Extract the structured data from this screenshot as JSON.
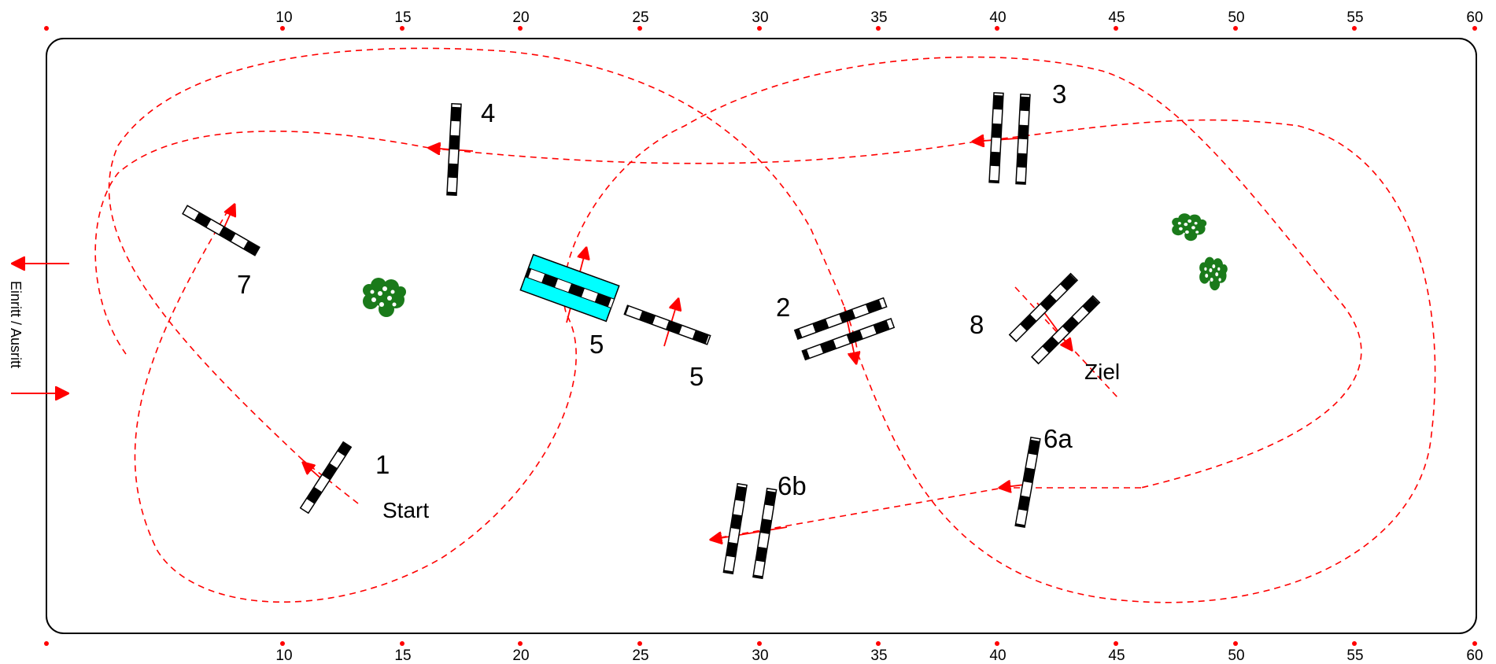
{
  "scale": {
    "top_ticks": [
      "10",
      "15",
      "20",
      "25",
      "30",
      "35",
      "40",
      "45",
      "50",
      "55",
      "60"
    ],
    "bottom_ticks": [
      "10",
      "15",
      "20",
      "25",
      "30",
      "35",
      "40",
      "45",
      "50",
      "55",
      "60"
    ]
  },
  "labels": {
    "start": "Start",
    "finish": "Ziel",
    "entrance_exit": "Einritt / Ausritt",
    "obstacle_1": "1",
    "obstacle_2": "2",
    "obstacle_3": "3",
    "obstacle_4": "4",
    "obstacle_5a": "5",
    "obstacle_5b": "5",
    "obstacle_6a": "6a",
    "obstacle_6b": "6b",
    "obstacle_7": "7",
    "obstacle_8": "8"
  },
  "colors": {
    "arena_border": "#000000",
    "route": "#ff0000",
    "water": "#00ffff",
    "shrub": "#1a7a1a",
    "pole_dark": "#000000",
    "pole_light": "#ffffff"
  },
  "obstacles": [
    {
      "name": "obstacle-1",
      "number": "1",
      "type": "vertical",
      "direction": "start"
    },
    {
      "name": "obstacle-2",
      "number": "2",
      "type": "oxer"
    },
    {
      "name": "obstacle-3",
      "number": "3",
      "type": "oxer"
    },
    {
      "name": "obstacle-4",
      "number": "4",
      "type": "vertical"
    },
    {
      "name": "obstacle-5a",
      "number": "5",
      "type": "water-ditch"
    },
    {
      "name": "obstacle-5b",
      "number": "5",
      "type": "vertical"
    },
    {
      "name": "obstacle-6a",
      "number": "6a",
      "type": "vertical",
      "combination": "6"
    },
    {
      "name": "obstacle-6b",
      "number": "6b",
      "type": "oxer",
      "combination": "6"
    },
    {
      "name": "obstacle-7",
      "number": "7",
      "type": "vertical"
    },
    {
      "name": "obstacle-8",
      "number": "8",
      "type": "oxer",
      "direction": "finish"
    }
  ]
}
